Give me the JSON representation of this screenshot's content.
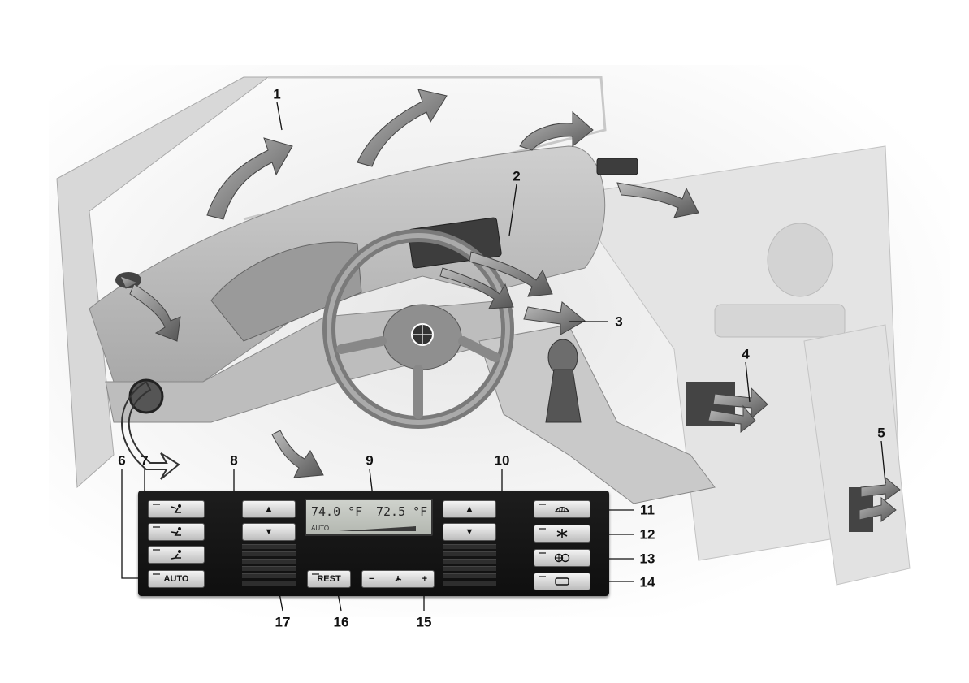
{
  "callouts": [
    "1",
    "2",
    "3",
    "4",
    "5",
    "6",
    "7",
    "8",
    "9",
    "10",
    "11",
    "12",
    "13",
    "14",
    "15",
    "16",
    "17"
  ],
  "panel": {
    "display": {
      "left_temp": "74.0 °F",
      "right_temp": "72.5 °F",
      "mode_label": "AUTO"
    },
    "buttons": {
      "auto_label": "AUTO",
      "rest_label": "REST",
      "fan_minus": "−",
      "fan_plus": "+",
      "arrow_up": "▲",
      "arrow_down": "▼"
    },
    "icons": {
      "air_distribution_upper": "person-airflow-upper-icon",
      "air_distribution_middle": "person-airflow-middle-icon",
      "air_distribution_lower": "person-airflow-lower-icon",
      "defrost": "windshield-defrost-icon",
      "ac": "snowflake-icon",
      "recirculation": "recirculation-icon",
      "rear_defrost": "rear-window-defrost-icon",
      "fan": "fan-icon"
    }
  }
}
